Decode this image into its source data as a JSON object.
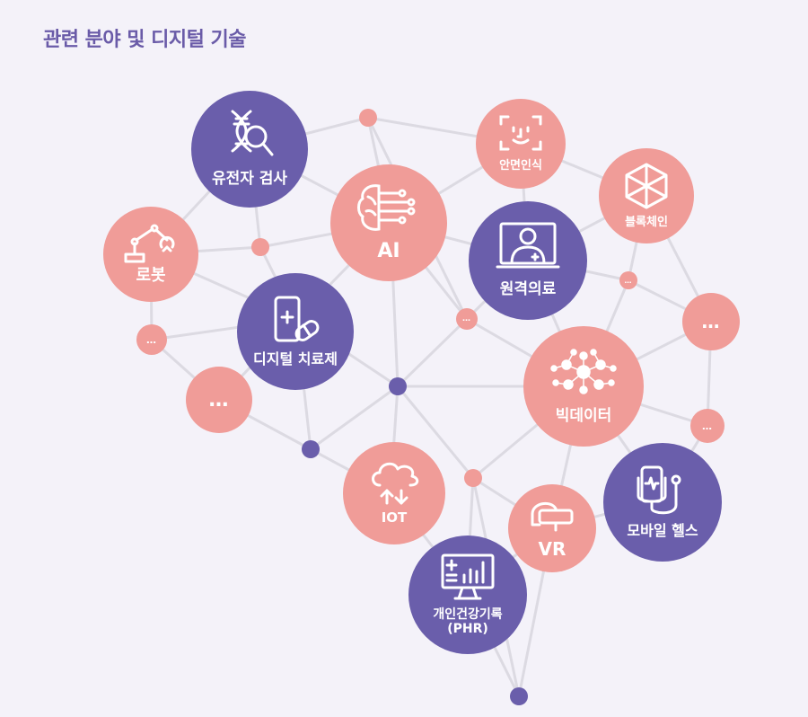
{
  "title": "관련 분야 및 디지털 기술",
  "colors": {
    "pink": "#f09c98",
    "purple": "#6a5eab",
    "line": "#dcdae2",
    "background": "#f4f2f9",
    "title": "#6a5ba8"
  },
  "nodes": {
    "genetics": {
      "label": "유전자 검사",
      "icon": "dna-magnifier-icon",
      "color": "purple"
    },
    "robot": {
      "label": "로봇",
      "icon": "robot-arm-icon",
      "color": "pink"
    },
    "dtx": {
      "label": "디지털 치료제",
      "icon": "phone-pill-icon",
      "color": "purple"
    },
    "ai": {
      "label": "AI",
      "icon": "brain-circuit-icon",
      "color": "pink"
    },
    "face": {
      "label": "안면인식",
      "icon": "face-scan-icon",
      "color": "pink"
    },
    "blockchain": {
      "label": "블록체인",
      "icon": "cube-network-icon",
      "color": "pink"
    },
    "telemed": {
      "label": "원격의료",
      "icon": "doctor-monitor-icon",
      "color": "purple"
    },
    "bigdata": {
      "label": "빅데이터",
      "icon": "data-network-icon",
      "color": "pink"
    },
    "iot": {
      "label": "IOT",
      "icon": "cloud-sync-icon",
      "color": "pink"
    },
    "vr": {
      "label": "VR",
      "icon": "vr-headset-icon",
      "color": "pink"
    },
    "mobile": {
      "label": "모바일 헬스",
      "icon": "phone-stethoscope-icon",
      "color": "purple"
    },
    "phr": {
      "label": "개인건강기록\n(PHR)",
      "icon": "monitor-chart-icon",
      "color": "purple"
    }
  },
  "more_label": "…"
}
